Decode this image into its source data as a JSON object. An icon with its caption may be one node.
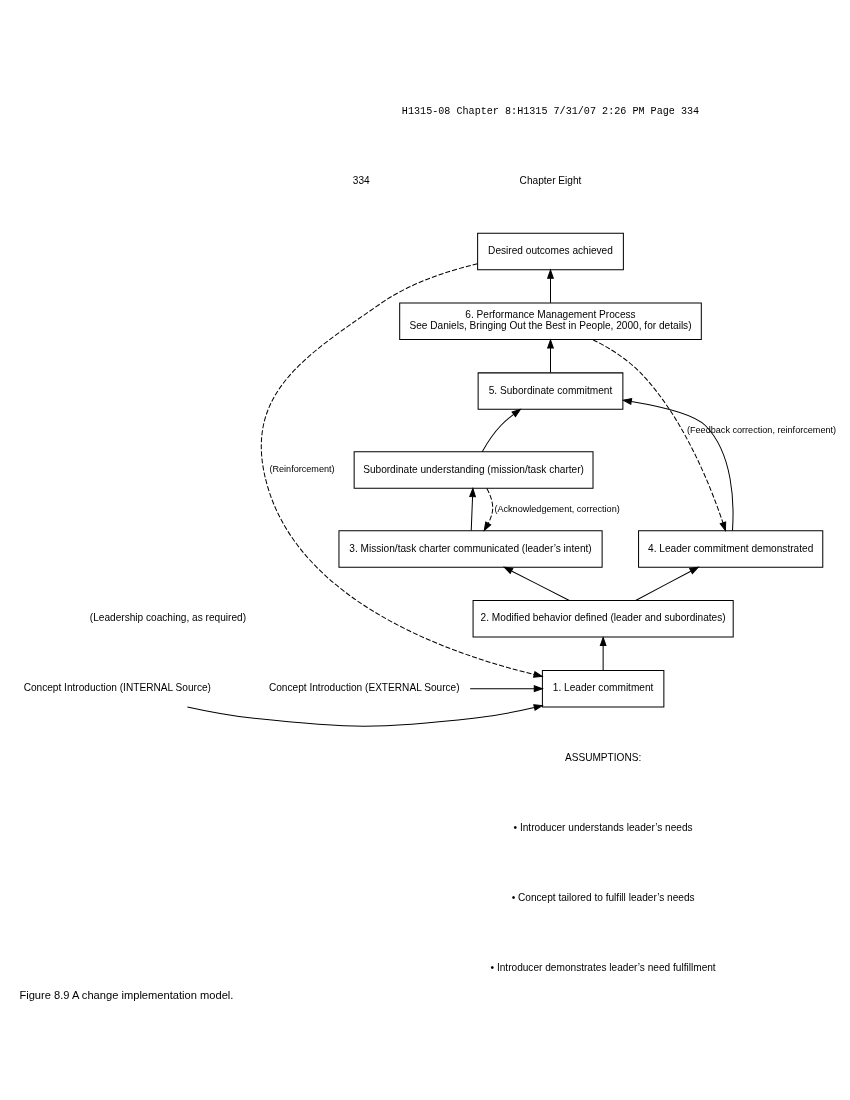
{
  "diagram": {
    "caption": "Figure 8.9 A change implementation model.",
    "nodes": [
      {
        "text": [
          "Desired outcomes achieved"
        ]
      },
      {
        "text": [
          "6. Performance Management Process",
          "See Daniels, Bringing Out the Best in People, 2000, for details)"
        ]
      },
      {
        "text": [
          "5. Subordinate commitment"
        ]
      },
      {
        "text": [
          "Subordinate understanding (mission/task charter)"
        ]
      },
      {
        "text": [
          "3. Mission/task charter communicated (leader’s intent)"
        ]
      },
      {
        "text": [
          "4. Leader commitment demonstrated"
        ]
      },
      {
        "text": [
          "2. Modified behavior defined (leader and subordinates)"
        ]
      },
      {
        "text": [
          "1. Leader commitment"
        ]
      },
      {
        "text": [
          "Concept Introduction (INTERNAL Source)"
        ]
      },
      {
        "text": [
          "Concept Introduction (EXTERNAL Source)"
        ]
      }
    ],
    "edges": [
      {
        "from": 1,
        "to": 0,
        "arrow": "to"
      },
      {
        "from": 2,
        "to": 1,
        "arrow": "to"
      },
      {
        "from": 3,
        "to": 2,
        "arrow": "to"
      },
      {
        "from": 5,
        "to": 2,
        "arrow": "to"
      },
      {
        "from": 4,
        "to": 3,
        "arrow": "to"
      },
      {
        "from": 6,
        "to": 4,
        "arrow": "to"
      },
      {
        "from": 6,
        "to": 5,
        "arrow": "to"
      },
      {
        "from": 7,
        "to": 6,
        "arrow": "to"
      },
      {
        "from": 8,
        "to": 7,
        "arrow": "to"
      },
      {
        "from": 9,
        "to": 7,
        "arrow": "to"
      },
      {
        "from": 0,
        "to": 7,
        "arrow": "to",
        "style": "dashed",
        "label": "(Reinforcement)"
      },
      {
        "from": 1,
        "to": 5,
        "arrow": "to",
        "style": "dashed",
        "label": "(Feedback correction, reinforcement)"
      },
      {
        "from": 3,
        "to": 4,
        "arrow": "to",
        "style": "dashed",
        "label": "(Acknowledgement, correction)"
      }
    ],
    "labels": [
      "H1315-08 Chapter 8:H1315 7/31/07 2:26 PM Page 334",
      "334",
      "Chapter Eight",
      "(Leadership coaching, as required)",
      "ASSUMPTIONS:",
      "• Introducer understands leader’s needs",
      "• Concept tailored to fulfill leader’s needs",
      "• Introducer demonstrates leader’s need fulfillment"
    ]
  }
}
